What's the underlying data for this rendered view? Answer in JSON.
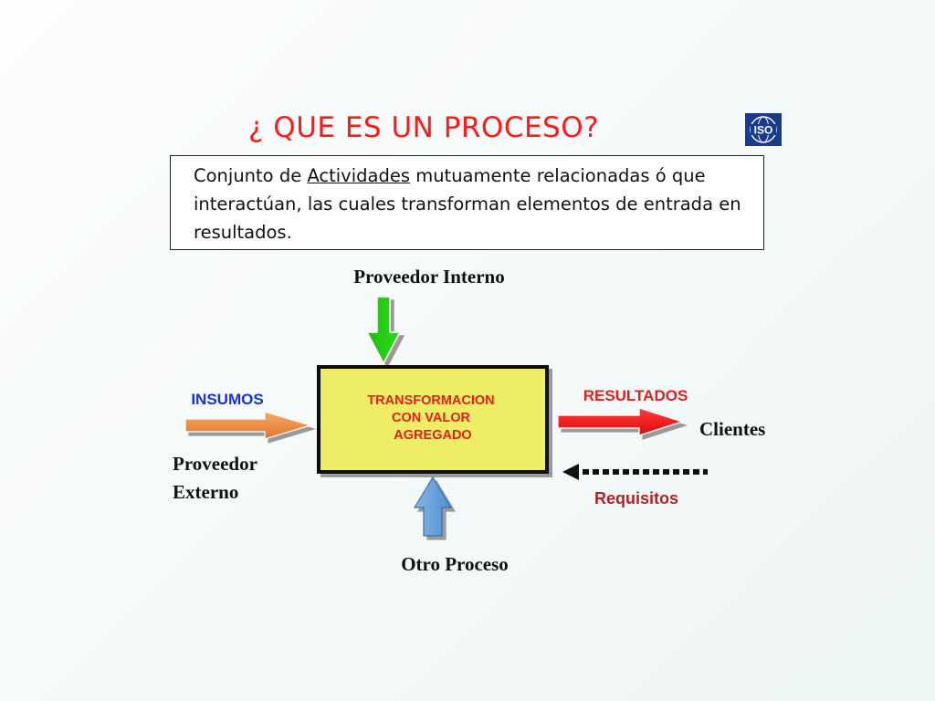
{
  "slide": {
    "title": "¿ QUE ES UN PROCESO?",
    "logo_text": "ISO",
    "definition": {
      "before": "Conjunto de ",
      "emphasis": "Actividades",
      "after": " mutuamente relacionadas ó que interactúan, las cuales transforman elementos de entrada en resultados."
    }
  },
  "diagram": {
    "process_box_lines": [
      "TRANSFORMACION",
      "CON VALOR",
      "AGREGADO"
    ],
    "top_input": "Proveedor Interno",
    "bottom_input": "Otro Proceso",
    "left_arrow_label": "INSUMOS",
    "left_source_lines": [
      "Proveedor",
      "Externo"
    ],
    "right_arrow_label": "RESULTADOS",
    "right_target": "Clientes",
    "feedback_label": "Requisitos",
    "colors": {
      "title": "#ff1a1a",
      "process_fill": "#eeee66",
      "process_text": "#e02020",
      "insumos_label": "#1a2fd6",
      "resultados_label": "#e02020",
      "top_arrow": "#22cc11",
      "bottom_arrow": "#6aa3dc",
      "left_arrow": "#ee8844",
      "right_arrow": "#ee1111",
      "feedback_arrow": "#111111"
    }
  }
}
